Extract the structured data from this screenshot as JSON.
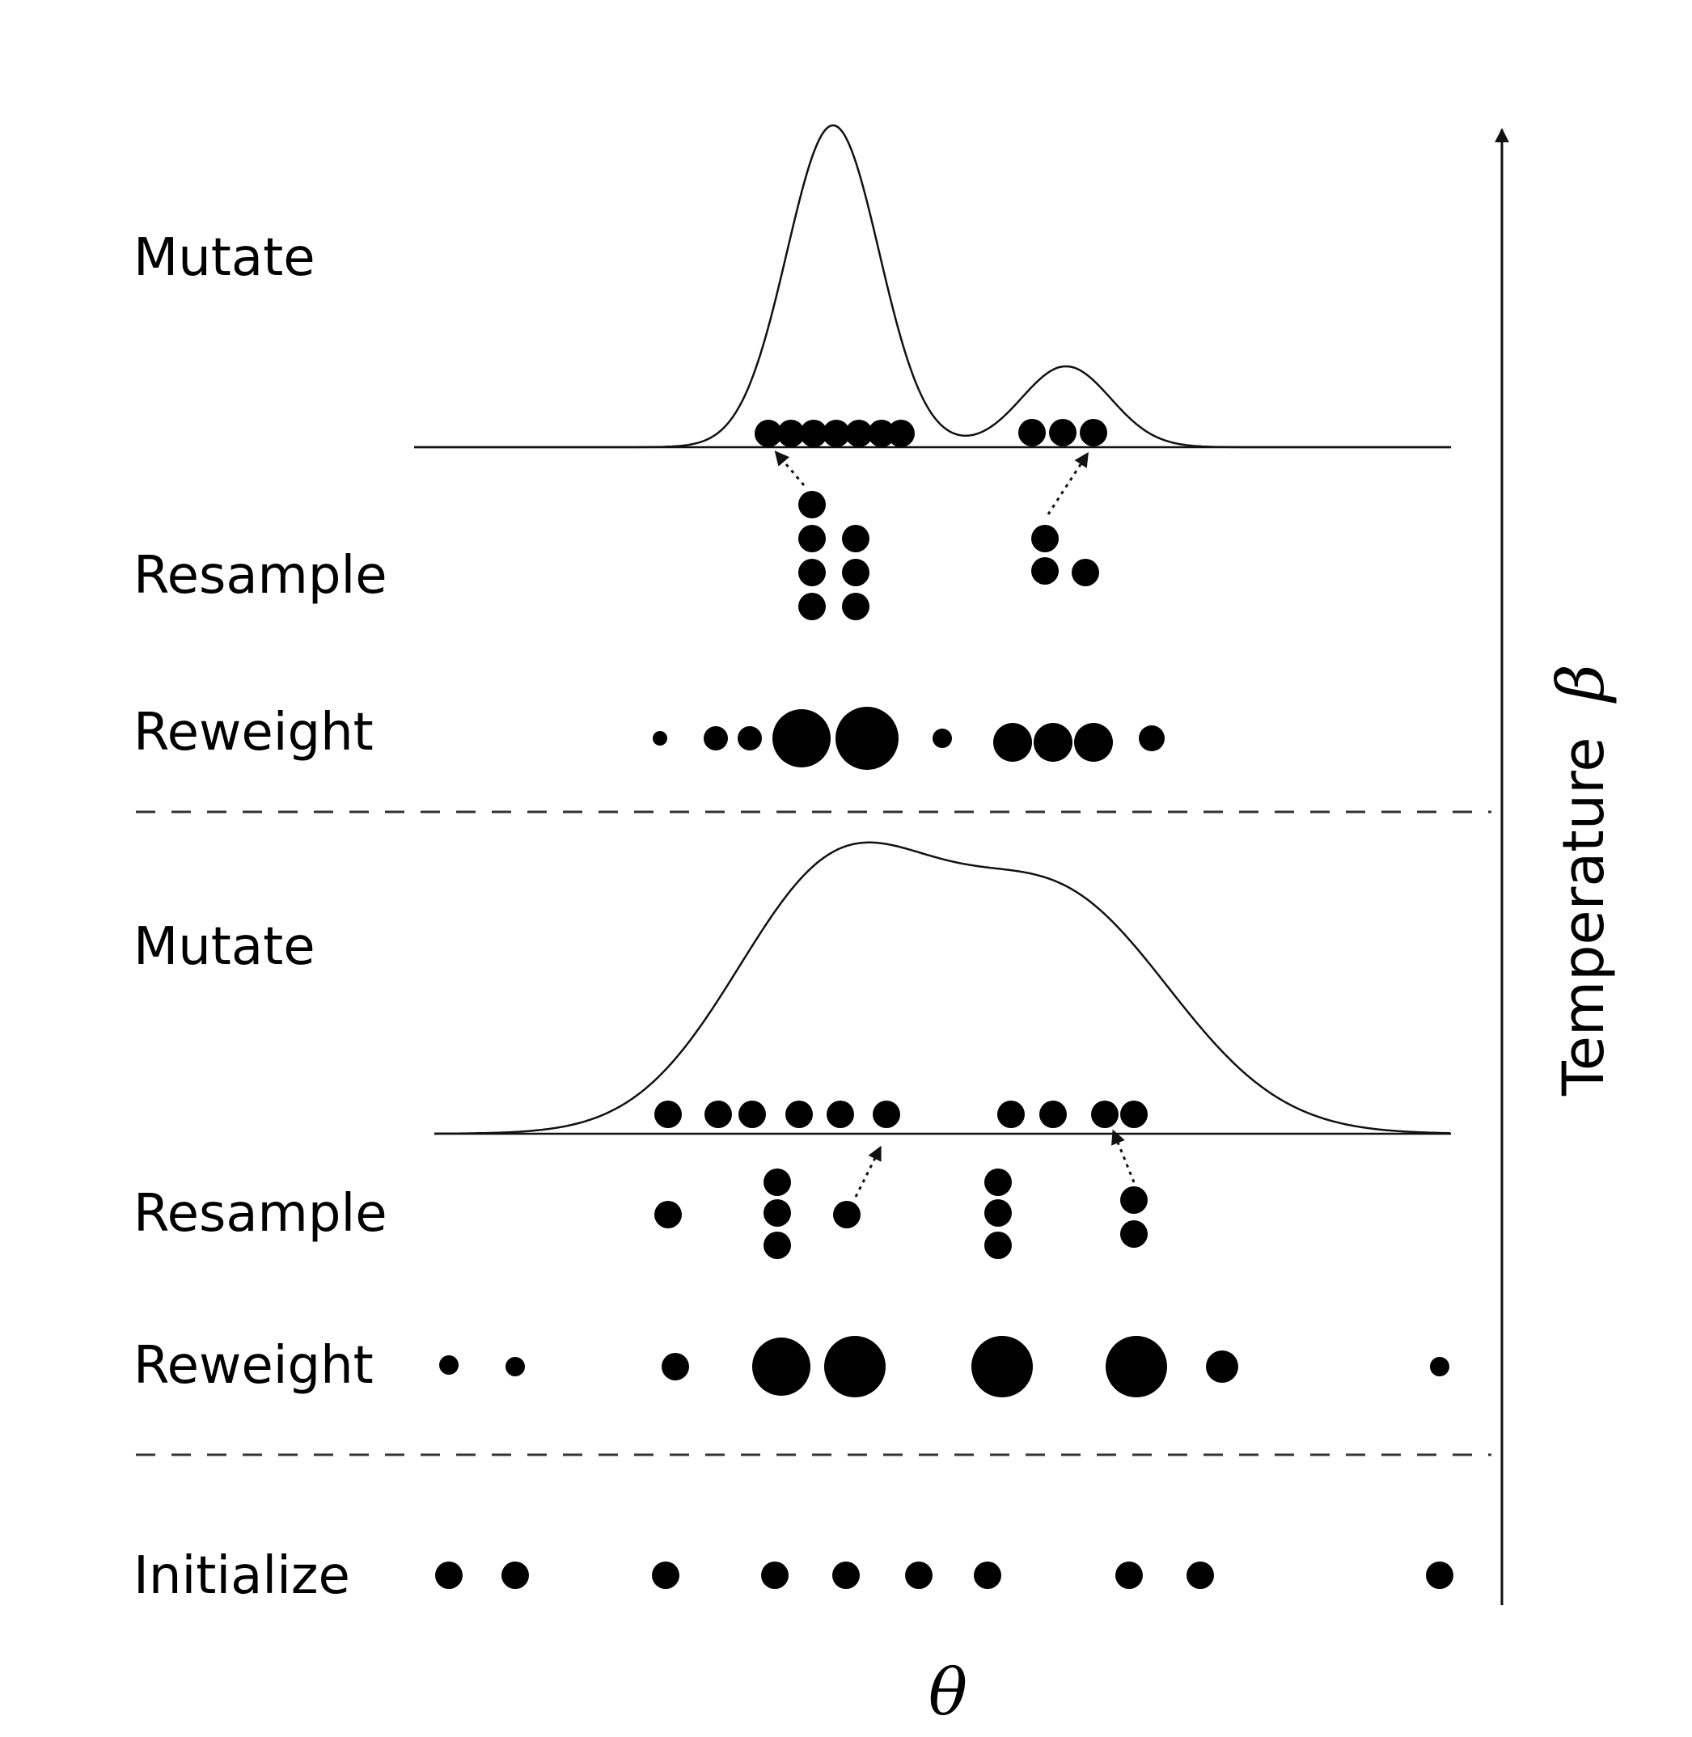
{
  "labels": {
    "mutate_top": "Mutate",
    "resample_top": "Resample",
    "reweight_top": "Reweight",
    "mutate_bottom": "Mutate",
    "resample_bottom": "Resample",
    "reweight_bottom": "Reweight",
    "initialize": "Initialize",
    "temperature": "Temperature",
    "temperature_symbol": "β",
    "parameter_symbol": "θ"
  },
  "colors": {
    "particle": "#000000",
    "line": "#111111",
    "separator": "#333333"
  }
}
